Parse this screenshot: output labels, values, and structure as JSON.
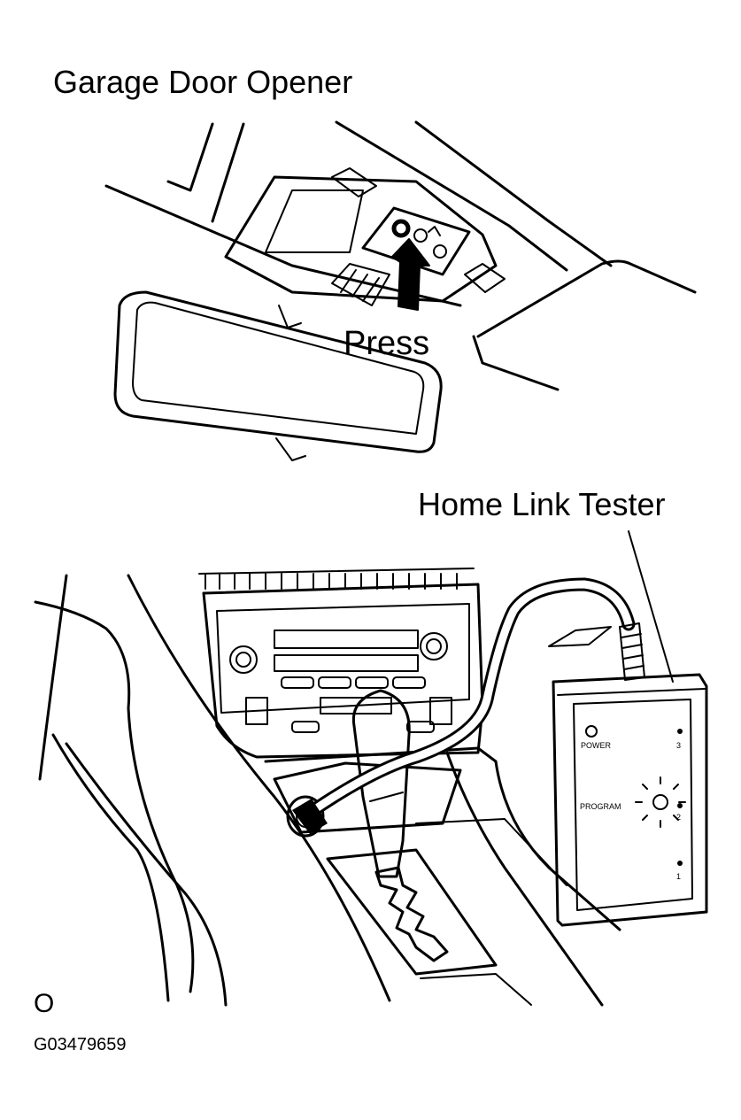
{
  "figure": {
    "title": "Garage Door Opener",
    "press_label": "Press",
    "tester_label": "Home Link Tester",
    "corner_mark": "O",
    "figure_code": "G03479659"
  },
  "tester": {
    "power_label": "POWER",
    "program_label": "PROGRAM",
    "channel_labels": [
      "3",
      "2",
      "1"
    ]
  },
  "colors": {
    "ink": "#000000",
    "background": "#ffffff"
  }
}
